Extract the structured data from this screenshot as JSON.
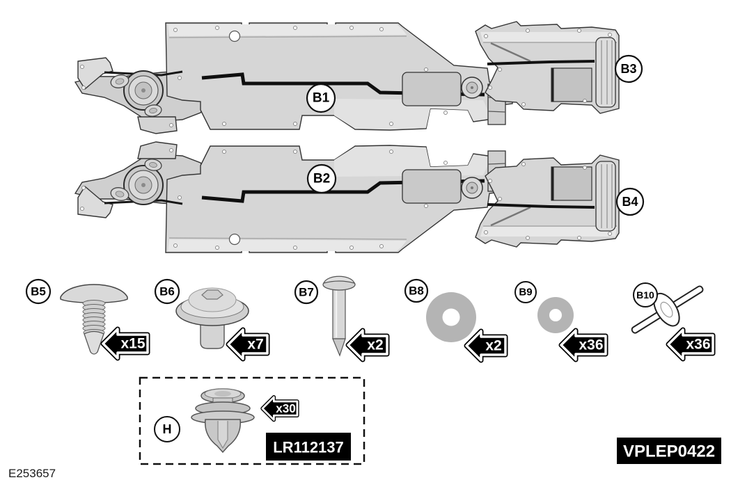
{
  "figure": {
    "drawing_ref": "E253657",
    "figure_code": "VPLEP0422"
  },
  "panels": {
    "b1": {
      "label": "B1"
    },
    "b2": {
      "label": "B2"
    },
    "b3": {
      "label": "B3"
    },
    "b4": {
      "label": "B4"
    }
  },
  "fasteners": {
    "b5": {
      "label": "B5",
      "qty": "x15",
      "icon": "push-pin-rivet-icon"
    },
    "b6": {
      "label": "B6",
      "qty": "x7",
      "icon": "button-head-clip-icon"
    },
    "b7": {
      "label": "B7",
      "qty": "x2",
      "icon": "pointed-pin-icon"
    },
    "b8": {
      "label": "B8",
      "qty": "x2",
      "icon": "large-washer-icon"
    },
    "b9": {
      "label": "B9",
      "qty": "x36",
      "icon": "small-washer-icon"
    },
    "b10": {
      "label": "B10",
      "qty": "x36",
      "icon": "blind-rivet-icon"
    }
  },
  "inset": {
    "label": "H",
    "qty": "x30",
    "part_number": "LR112137",
    "icon": "trim-clip-icon"
  },
  "colors": {
    "badge_bg": "#000000",
    "badge_text": "#ffffff",
    "arrow_bg": "#000000",
    "arrow_text": "#ffffff",
    "washer_gray": "#b4b4b4",
    "panel_gray": "#d6d6d6",
    "outline": "#111111"
  }
}
